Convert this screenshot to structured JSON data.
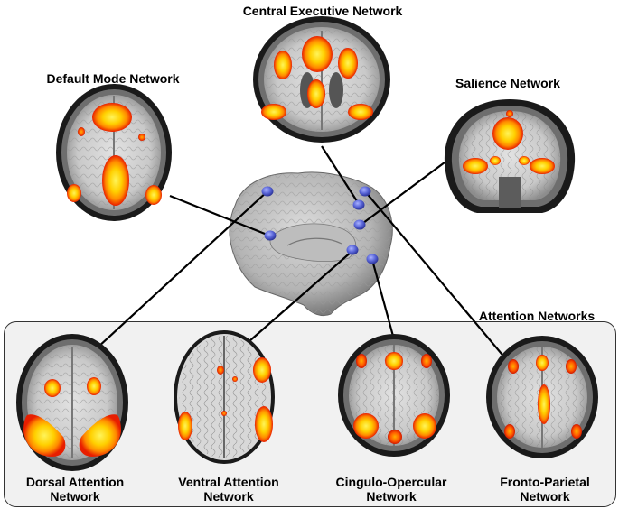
{
  "labels": {
    "central_executive": "Central Executive Network",
    "default_mode": "Default Mode Network",
    "salience": "Salience Network",
    "attention_group": "Attention Networks",
    "dorsal_l1": "Dorsal Attention",
    "dorsal_l2": "Network",
    "ventral_l1": "Ventral Attention",
    "ventral_l2": "Network",
    "cingulo_l1": "Cingulo-Opercular",
    "cingulo_l2": "Network",
    "fronto_l1": "Fronto-Parietal",
    "fronto_l2": "Network"
  },
  "colors": {
    "activation_core": "#ffee33",
    "activation_mid": "#ffb000",
    "activation_edge": "#ee2200",
    "node": "#5a66d8",
    "brain_surface": "#b8b8b8"
  }
}
